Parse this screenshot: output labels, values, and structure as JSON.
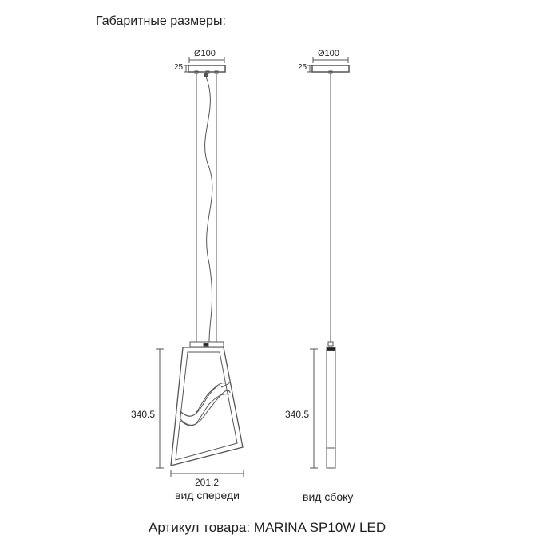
{
  "header": {
    "title": "Габаритные размеры:"
  },
  "front_view": {
    "caption": "вид спереди",
    "canopy_diameter": "Ø100",
    "canopy_height": "25",
    "height": "340.5",
    "width": "201.2"
  },
  "side_view": {
    "caption": "вид сбоку",
    "canopy_diameter": "Ø100",
    "canopy_height": "25",
    "height": "340.5"
  },
  "footer": {
    "article": "Артикул товара: MARINA SP10W LED"
  },
  "colors": {
    "line": "#555555",
    "text": "#222222"
  }
}
